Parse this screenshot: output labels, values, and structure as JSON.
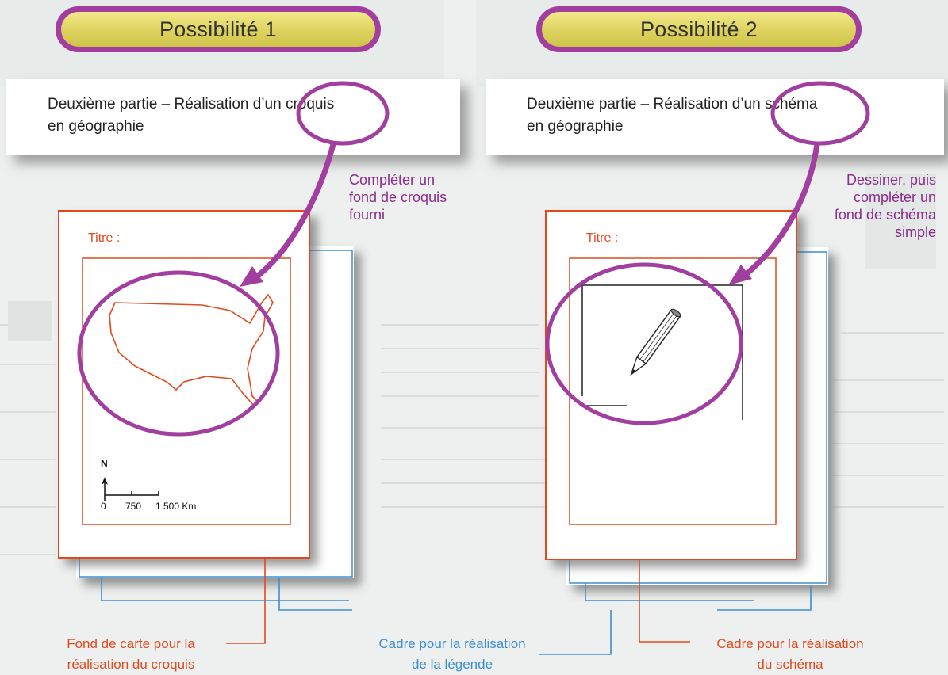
{
  "left": {
    "pill_label": "Possibilité 1",
    "heading_line1": "Deuxième partie – Réalisation d’un croquis",
    "heading_line2": "en géographie",
    "callout_line1": "Compléter un",
    "callout_line2": "fond de croquis",
    "callout_line3": "fourni",
    "titre_label": "Titre :",
    "scale_north": "N",
    "scale_0": "0",
    "scale_750": "750",
    "scale_1500": "1 500 Km"
  },
  "right": {
    "pill_label": "Possibilité 2",
    "heading_line1": "Deuxième partie – Réalisation d’un schéma",
    "heading_line2": "en géographie",
    "callout_line1": "Dessiner, puis",
    "callout_line2": "compléter un",
    "callout_line3": "fond de schéma",
    "callout_line4": "simple",
    "titre_label": "Titre :"
  },
  "legend": {
    "fond_line1": "Fond de carte pour la",
    "fond_line2": "réalisation du croquis",
    "cadre_legende_line1": "Cadre pour la réalisation",
    "cadre_legende_line2": "de la légende",
    "cadre_schema_line1": "Cadre pour la réalisation",
    "cadre_schema_line2": "du schéma"
  },
  "colors": {
    "purple": "#a23ea0",
    "orange": "#e14a1e",
    "blue": "#3d8fd0",
    "pill_yellow": "#ddd25e"
  }
}
